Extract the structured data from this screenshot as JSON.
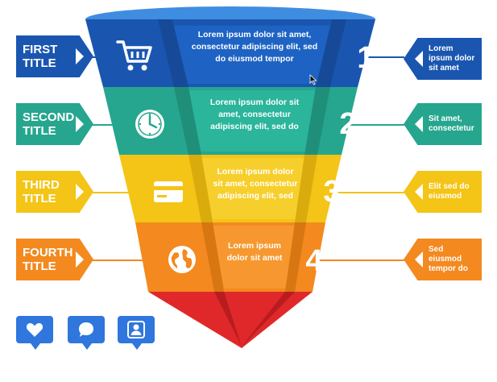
{
  "colors": {
    "blue": "#1a56b0",
    "teal": "#26a68e",
    "yellow": "#f4c416",
    "orange": "#f3891f",
    "red": "#e0282a",
    "topRim": "#3f8de0",
    "bubble": "#2f76dd"
  },
  "layers": [
    {
      "title": "FIRST\nTITLE",
      "text": "Lorem ipsum dolor sit amet, consectetur adipiscing elit, sed do eiusmod tempor",
      "number": "1",
      "desc": "Lorem ipsum dolor sit amet",
      "icon": "shopping-cart-icon"
    },
    {
      "title": "SECOND\nTITLE",
      "text": "Lorem ipsum dolor sit amet, consectetur adipiscing elit, sed do",
      "number": "2",
      "desc": "Sit amet, consectetur",
      "icon": "clock-icon"
    },
    {
      "title": "THIRD\nTITLE",
      "text": "Lorem ipsum dolor sit amet, consectetur adipiscing elit, sed",
      "number": "3",
      "desc": "Elit sed do eiusmod",
      "icon": "credit-card-icon"
    },
    {
      "title": "FOURTH\nTITLE",
      "text": "Lorem ipsum dolor sit amet",
      "number": "4",
      "desc": "Sed eiusmod tempor do",
      "icon": "globe-icon"
    }
  ],
  "bottom_icons": [
    "heart-icon",
    "chat-icon",
    "user-icon"
  ]
}
